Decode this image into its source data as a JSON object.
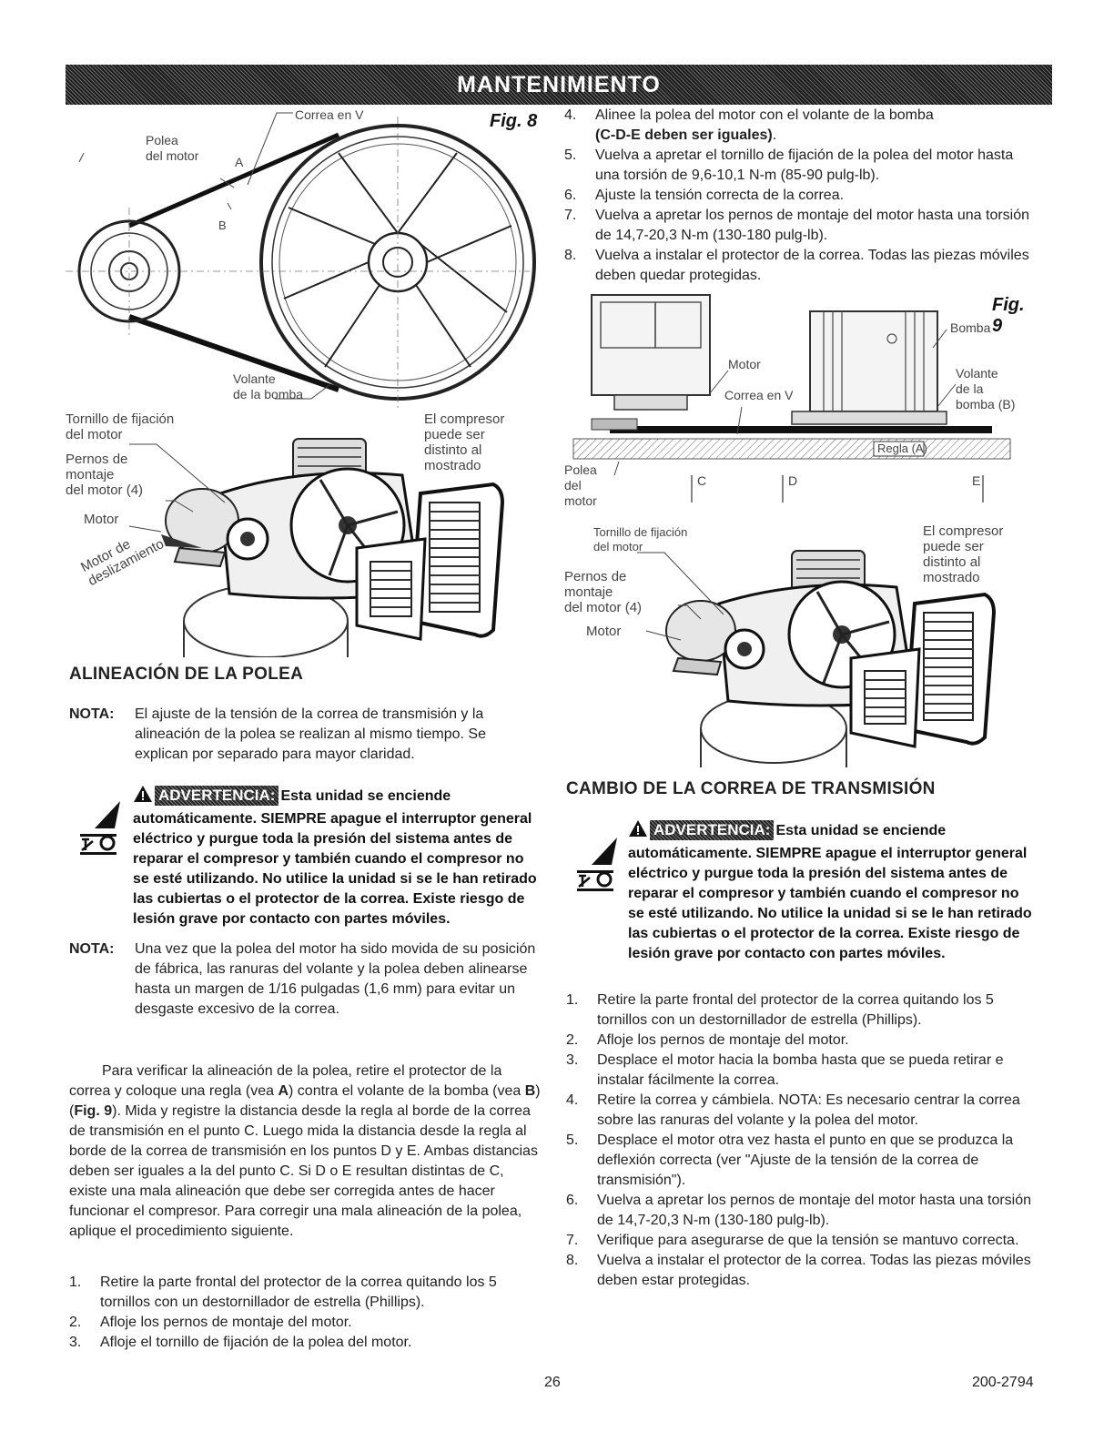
{
  "banner_title": "MANTENIMIENTO",
  "fig8": {
    "label": "Fig. 8",
    "polea_line1": "Polea",
    "polea_line2": "del motor",
    "correa": "Correa en V",
    "a": "A",
    "b": "B",
    "volante_line1": "Volante",
    "volante_line2": "de la bomba"
  },
  "compressor_left": {
    "tornillo_line1": "Tornillo de fijación",
    "tornillo_line2": "del motor",
    "pernos_line1": "Pernos de",
    "pernos_line2": "montaje",
    "pernos_line3": "del motor (4)",
    "motor": "Motor",
    "deslizamiento_line1": "Motor de",
    "deslizamiento_line2": "deslizamiento",
    "note_line1": "El compresor",
    "note_line2": "puede ser",
    "note_line3": "distinto al",
    "note_line4": "mostrado"
  },
  "steps_top": [
    {
      "num": "4.",
      "line1": "Alinee la polea del motor con el volante de la bomba",
      "line2_bold": "(C-D-E deben ser iguales)",
      "line2_rest": "."
    },
    {
      "num": "5.",
      "text": "Vuelva a apretar el tornillo de fijación de la polea del motor hasta una torsión de 9,6-10,1 N-m (85-90 pulg-lb)."
    },
    {
      "num": "6.",
      "text": "Ajuste la tensión correcta de la correa."
    },
    {
      "num": "7.",
      "text": "Vuelva a apretar los pernos de montaje del motor hasta una torsión de 14,7-20,3 N-m (130-180 pulg-lb)."
    },
    {
      "num": "8.",
      "text": "Vuelva a instalar el protector de la correa. Todas las piezas móviles deben quedar protegidas."
    }
  ],
  "fig9": {
    "label": "Fig. 9",
    "bomba": "Bomba",
    "motor": "Motor",
    "correa": "Correa en V",
    "volante_line1": "Volante",
    "volante_line2": "de la",
    "volante_line3": "bomba (B)",
    "regla": "Regla (A)",
    "polea_line1": "Polea",
    "polea_line2": "del",
    "polea_line3": "motor",
    "c": "C",
    "d": "D",
    "e": "E"
  },
  "compressor_right": {
    "tornillo_line1": "Tornillo de fijación",
    "tornillo_line2": "del motor",
    "pernos_line1": "Pernos de",
    "pernos_line2": "montaje",
    "pernos_line3": "del motor (4)",
    "motor": "Motor",
    "note_line1": "El compresor",
    "note_line2": "puede ser",
    "note_line3": "distinto al",
    "note_line4": "mostrado"
  },
  "alineacion": {
    "heading": "ALINEACIÓN DE LA POLEA",
    "nota1_tag": "NOTA:",
    "nota1_text": "El ajuste de la tensión de la correa de transmisión y la alineación de la polea se realizan al mismo tiempo. Se explican por separado para mayor claridad.",
    "warning_badge": "ADVERTENCIA:",
    "warning_text": "Esta unidad se enciende automáticamente. SIEMPRE apague el interruptor general eléctrico y purgue toda la presión del sistema antes de reparar el compresor y también cuando el compresor no se esté utilizando. No utilice la unidad si se le han retirado las cubiertas o el protector de la correa. Existe riesgo de lesión grave por contacto con partes móviles.",
    "nota2_tag": "NOTA:",
    "nota2_text": "Una vez que la polea del motor ha sido movida de su posición de fábrica, las ranuras del volante y la polea deben alinearse hasta un margen de 1/16 pulgadas (1,6 mm) para evitar un desgaste excesivo de la correa.",
    "para_part1": "Para verificar la alineación de la polea, retire el protector de la correa y coloque una regla (vea ",
    "para_a": "A",
    "para_part2": ") contra el volante de la bomba (vea ",
    "para_b": "B",
    "para_part3": ") (",
    "para_fig": "Fig. 9",
    "para_part4": "). Mida y registre la distancia desde la regla al borde de la correa de transmisión en el punto C. Luego mida la distancia desde la regla al borde de la correa de transmisión en los puntos D y E. Ambas distancias deben ser iguales a la del punto C. Si D o E resultan distintas de C, existe una mala alineación que debe ser corregida antes de hacer funcionar el compresor. Para corregir una mala alineación de la polea, aplique el procedimiento siguiente.",
    "steps": [
      {
        "num": "1.",
        "text": "Retire la parte frontal del protector de la correa quitando los 5 tornillos con un destornillador de estrella (Phillips)."
      },
      {
        "num": "2.",
        "text": "Afloje los pernos de montaje del motor."
      },
      {
        "num": "3.",
        "text": "Afloje el tornillo de fijación de la polea del motor."
      }
    ]
  },
  "cambio": {
    "heading": "CAMBIO DE LA CORREA DE TRANSMISIÓN",
    "warning_badge": "ADVERTENCIA:",
    "warning_text": "Esta unidad se enciende automáticamente. SIEMPRE apague el interruptor general eléctrico y purgue toda la presión del sistema antes de reparar el compresor y también cuando el compresor no se esté utilizando. No utilice la unidad si se le han retirado las cubiertas o el protector de la correa. Existe riesgo de lesión grave por contacto con partes móviles.",
    "steps": [
      {
        "num": "1.",
        "text": "Retire la parte frontal del protector de la correa quitando los 5 tornillos con un destornillador de estrella (Phillips)."
      },
      {
        "num": "2.",
        "text": "Afloje los pernos de montaje del motor."
      },
      {
        "num": "3.",
        "text": "Desplace el motor hacia la bomba hasta que se pueda retirar e instalar fácilmente la correa."
      },
      {
        "num": "4.",
        "text": "Retire la correa y cámbiela. NOTA: Es necesario centrar la correa sobre las ranuras del volante y la polea del motor."
      },
      {
        "num": "5.",
        "text": "Desplace el motor otra vez hasta el punto en que se produzca la deflexión correcta (ver \"Ajuste de la tensión de la correa de transmisión\")."
      },
      {
        "num": "6.",
        "text": "Vuelva a apretar los pernos de montaje del motor hasta una torsión de 14,7-20,3 N-m (130-180 pulg-lb)."
      },
      {
        "num": "7.",
        "text": "Verifique para asegurarse de que la tensión se mantuvo correcta."
      },
      {
        "num": "8.",
        "text": "Vuelva a instalar el protector de la correa. Todas las piezas móviles deben estar protegidas."
      }
    ]
  },
  "footer": {
    "page_number": "26",
    "doc_number": "200-2794"
  }
}
